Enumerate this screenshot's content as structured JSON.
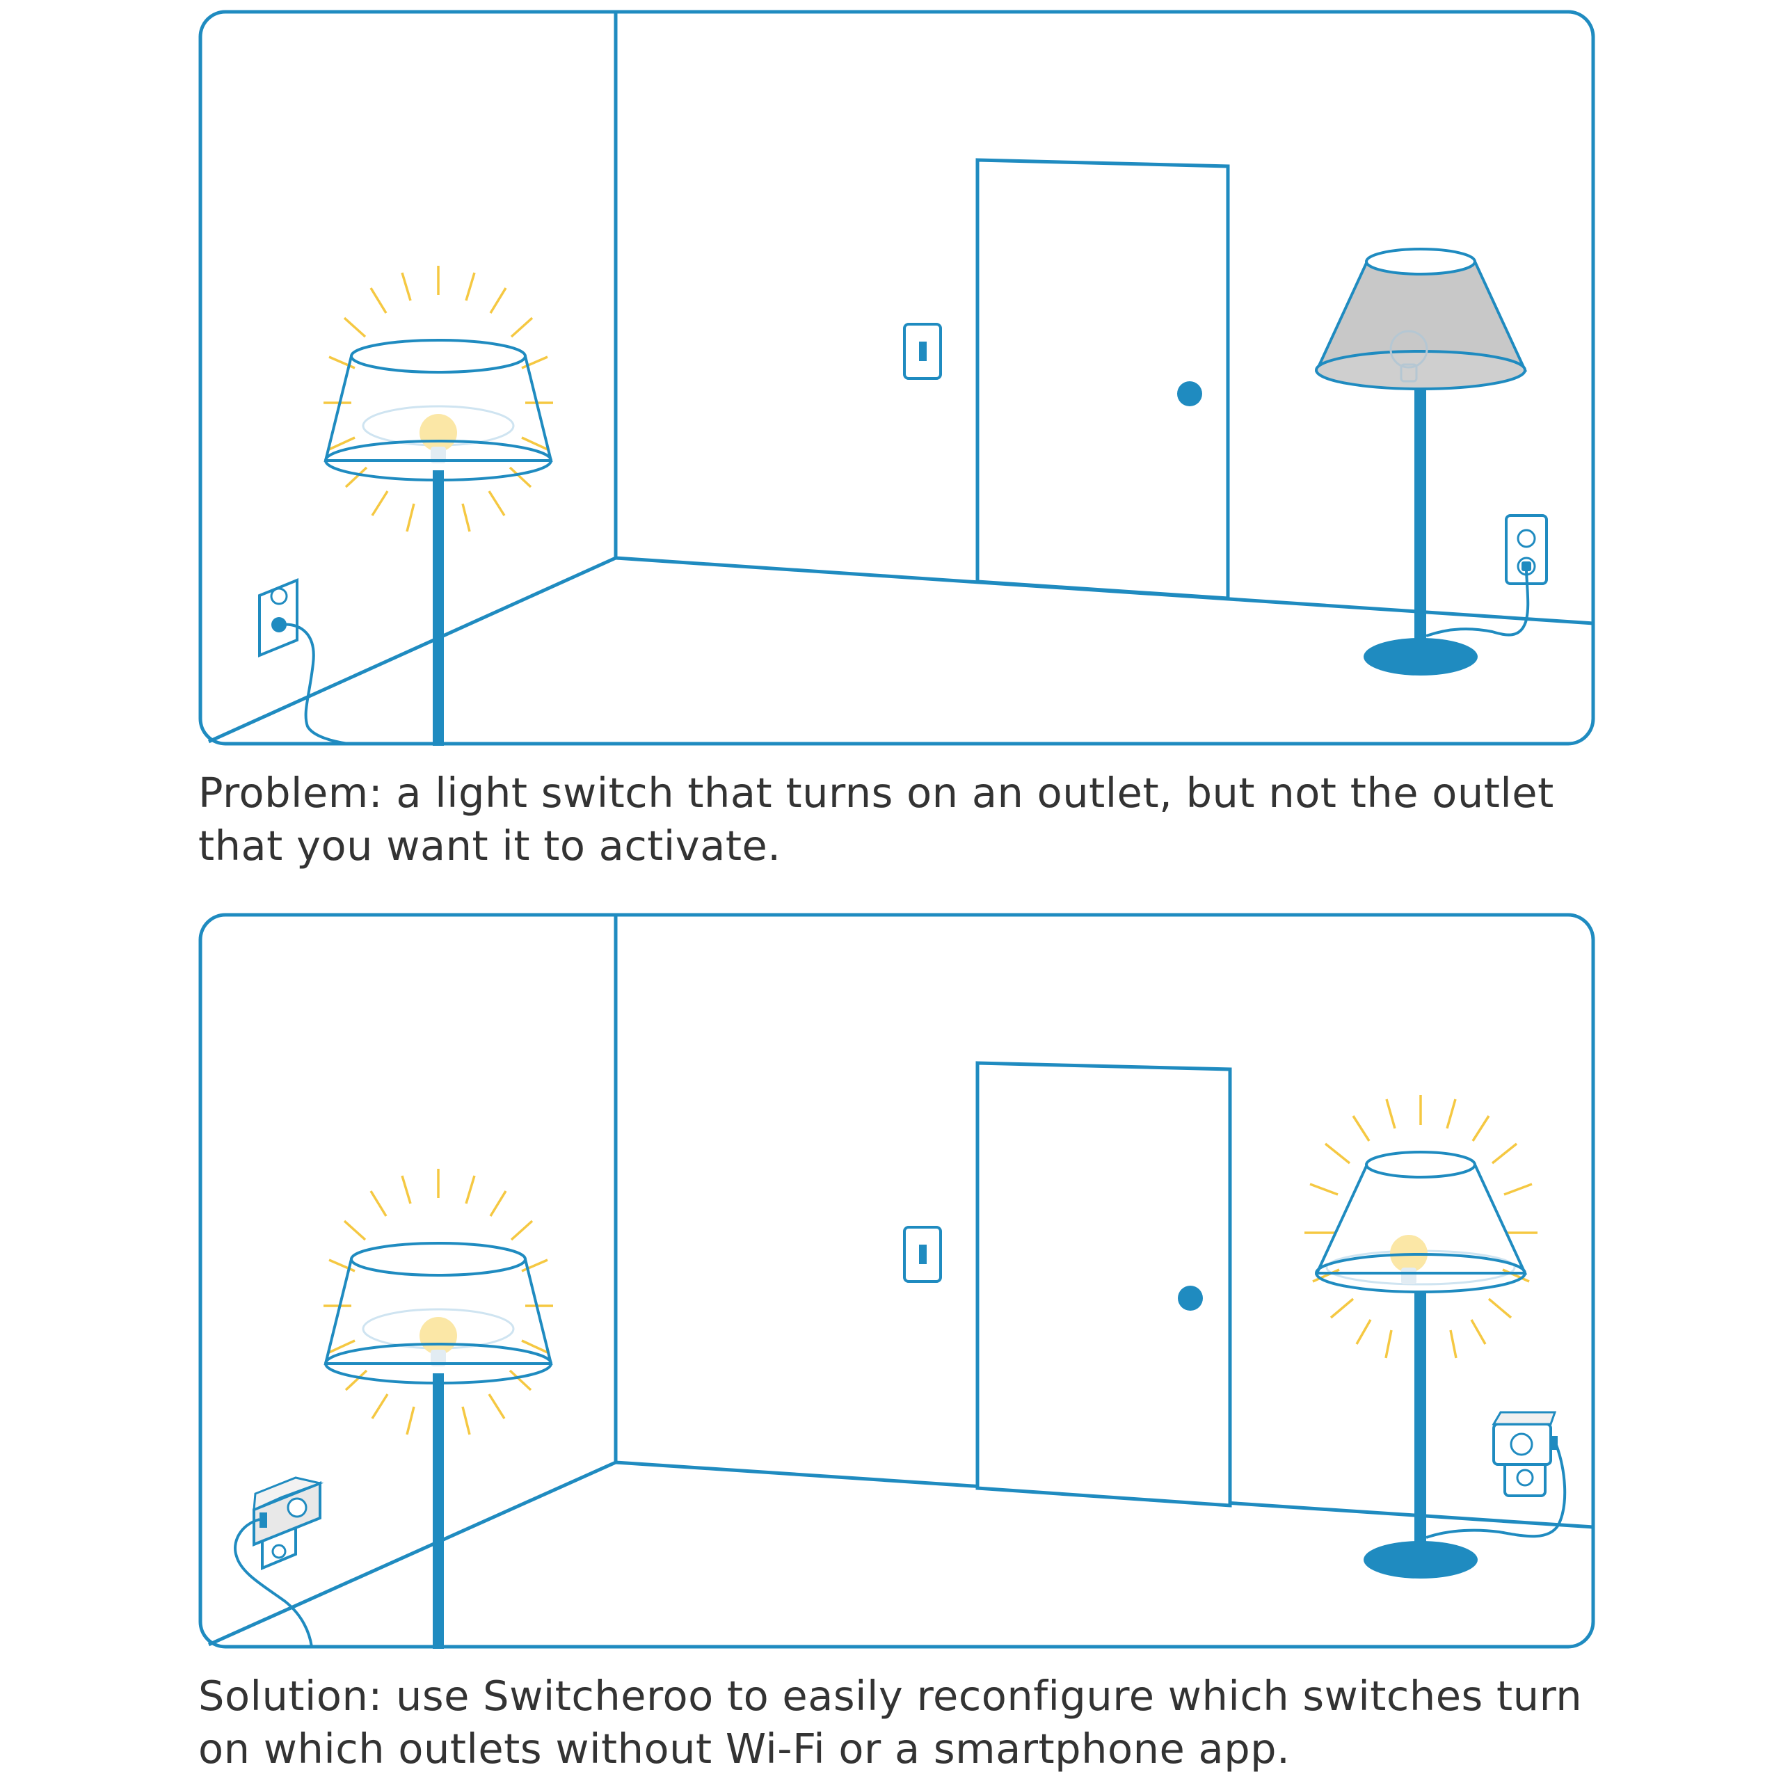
{
  "colors": {
    "line": "#1f8bc0",
    "glow": "#f5c842",
    "bulb": "#fbe7a6",
    "shade_off": "#c8c8c8",
    "text": "#333333",
    "background": "#ffffff"
  },
  "panels": [
    {
      "id": "problem",
      "caption": "Problem: a light switch that turns on an outlet, but not the outlet that you want it to activate.",
      "left_lamp": {
        "state": "on",
        "outlet": "plain"
      },
      "right_lamp": {
        "state": "off",
        "outlet": "plain"
      }
    },
    {
      "id": "solution",
      "caption": "Solution: use Switcheroo to easily reconfigure which switches turn on which outlets without Wi-Fi or a smartphone app.",
      "left_lamp": {
        "state": "on",
        "outlet": "switcheroo"
      },
      "right_lamp": {
        "state": "on",
        "outlet": "switcheroo"
      }
    }
  ],
  "icons": [
    "room-corner-icon",
    "door-icon",
    "light-switch-icon",
    "floor-lamp-icon",
    "wall-outlet-icon",
    "switcheroo-device-icon",
    "light-glow-icon"
  ]
}
